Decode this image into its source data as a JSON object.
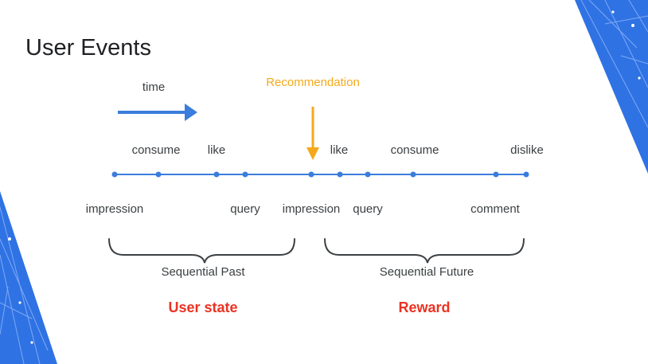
{
  "slide": {
    "title": "User Events",
    "time_label": "time",
    "recommendation_label": "Recommendation",
    "top_events": [
      "consume",
      "like",
      "like",
      "consume",
      "dislike"
    ],
    "bottom_events": [
      "impression",
      "query",
      "impression",
      "query",
      "comment"
    ],
    "groups": [
      {
        "label": "Sequential Past",
        "meaning": "User state"
      },
      {
        "label": "Sequential Future",
        "meaning": "Reward"
      }
    ]
  },
  "colors": {
    "time_arrow": "#3b7ddd",
    "timeline": "#3b7ddd",
    "recommendation": "#f4a91c",
    "accent_text": "#ea3323",
    "corner_decoration": "#2f72e3"
  },
  "icons": [
    "time-arrow-icon",
    "recommendation-arrow-icon",
    "corner-network-decoration"
  ]
}
